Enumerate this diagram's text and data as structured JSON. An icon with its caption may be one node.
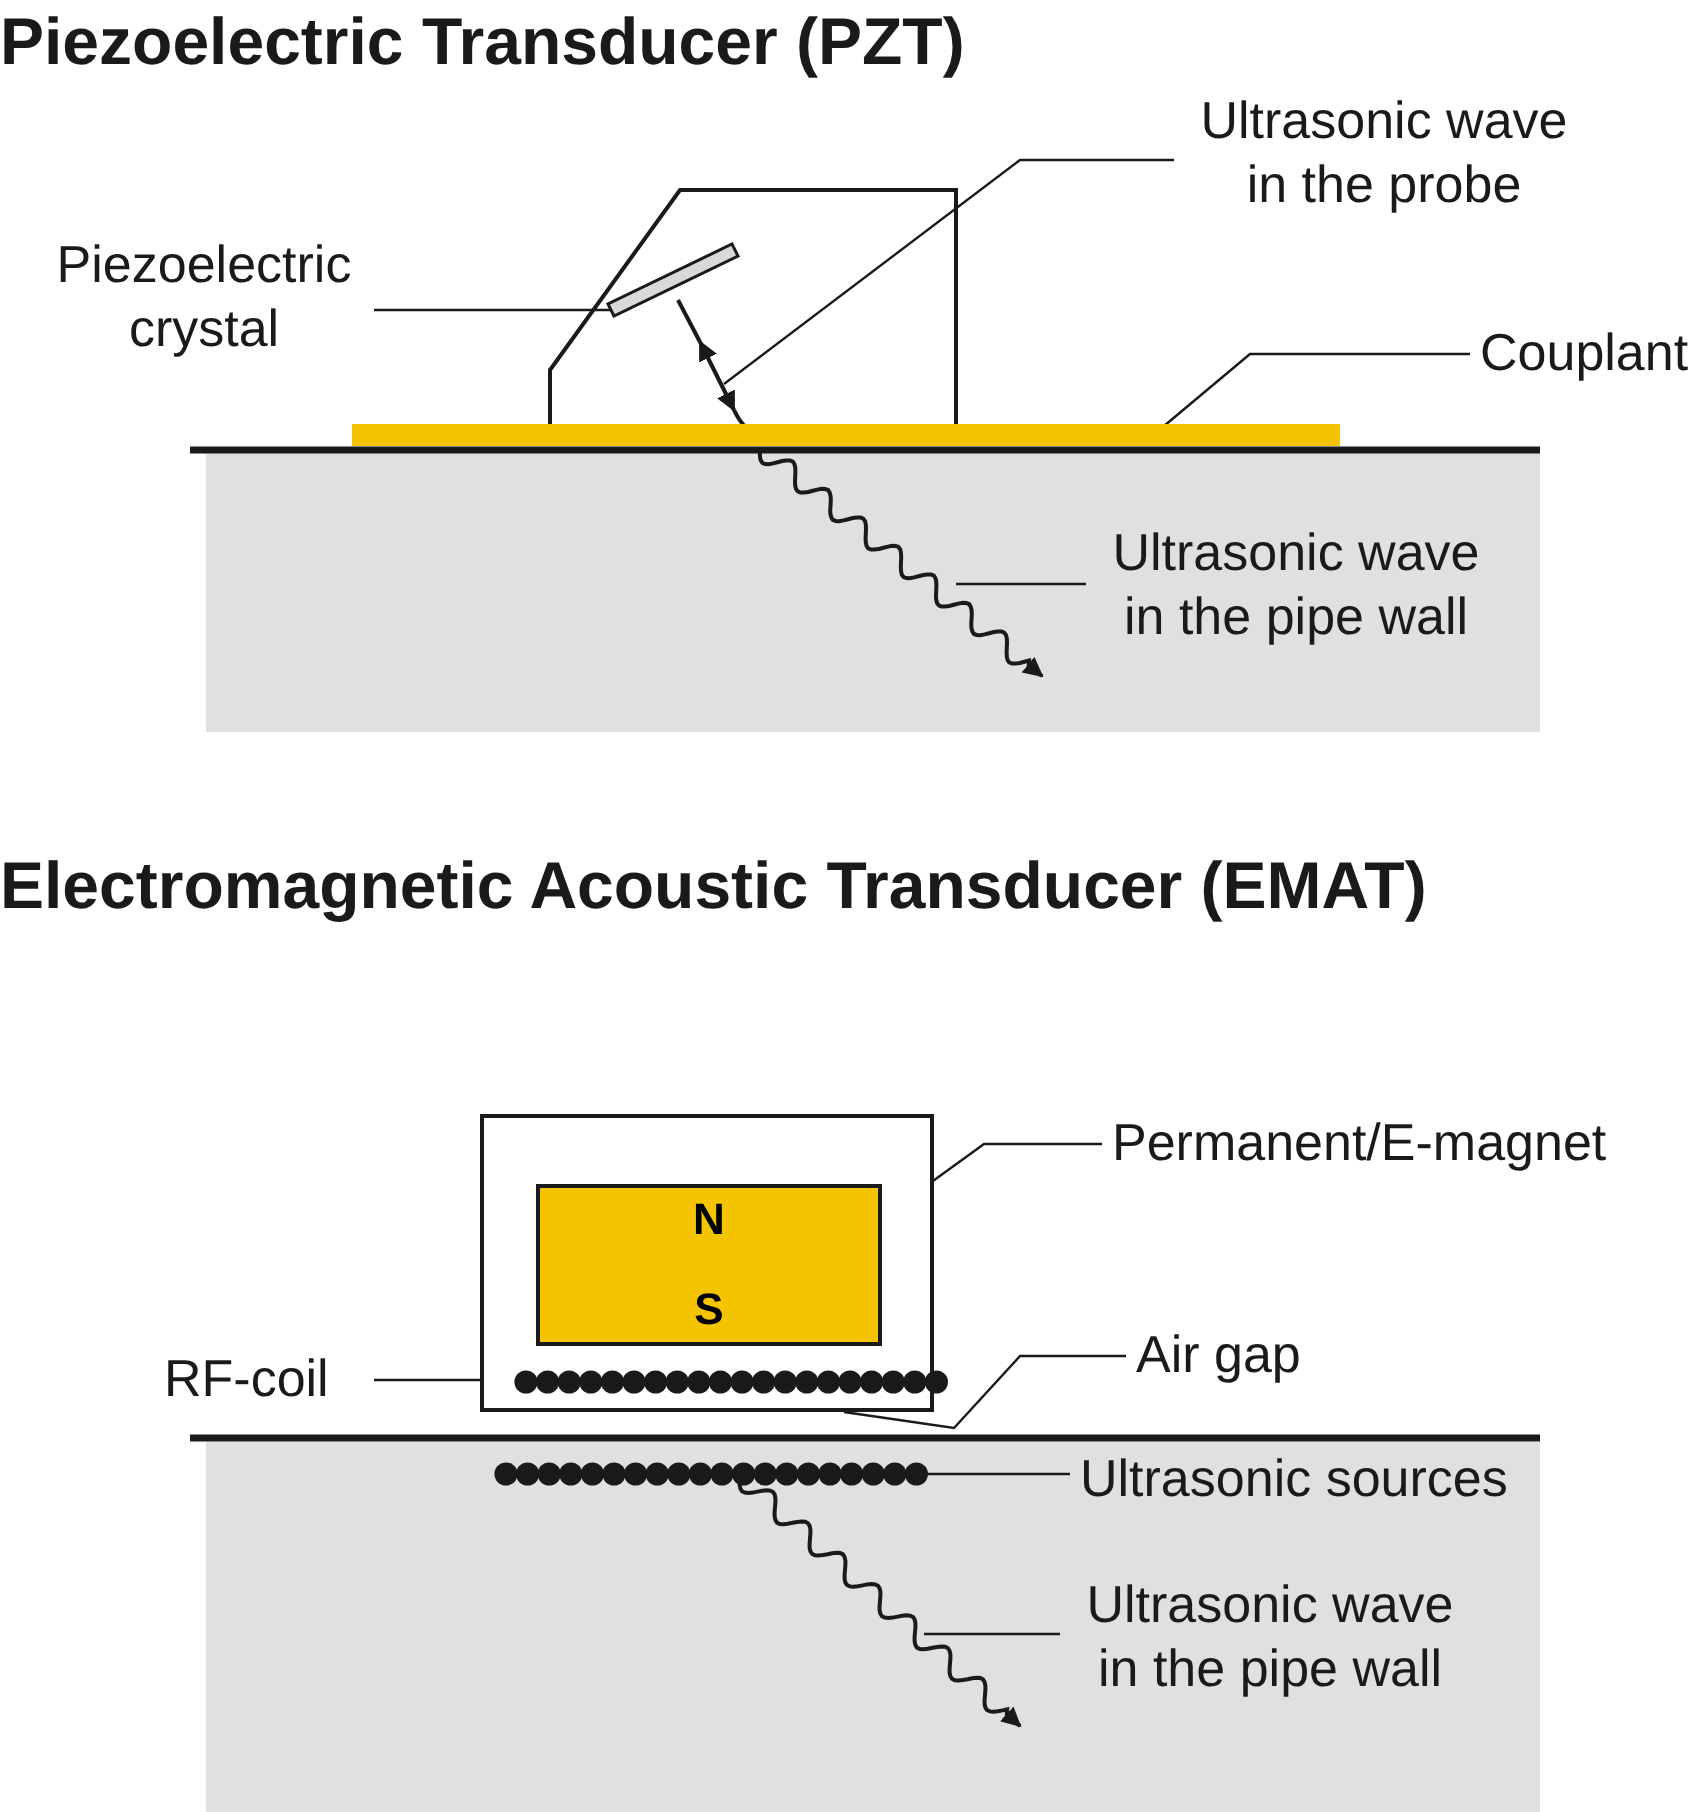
{
  "diagram": {
    "title": "Piezoelectric Transducer (PZT)",
    "nodes": [
      {
        "text": [
          "Ultrasonic wave in the probe"
        ]
      },
      {
        "text": [
          "Piezoelectric crystal"
        ]
      },
      {
        "text": [],
        "shape": "bar"
      },
      {
        "text": [],
        "shape": "arrow"
      },
      {
        "text": [
          "Couplant"
        ]
      },
      {
        "text": [],
        "shape": "bar"
      },
      {
        "text": [
          "Ultrasonic wave in the pipe wall"
        ]
      },
      {
        "text": [],
        "shape": "arrow"
      },
      {
        "text": [],
        "shape": "box"
      },
      {
        "text": [
          "N",
          "S"
        ],
        "in": 8
      },
      {
        "text": [
          "Permanent/E-magnet"
        ]
      },
      {
        "text": [
          "RF-coil"
        ]
      },
      {
        "text": [],
        "shape": "dots",
        "in": 8
      },
      {
        "text": [
          "Air gap"
        ]
      },
      {
        "text": [
          "Ultrasonic sources"
        ]
      },
      {
        "text": [],
        "shape": "dots"
      },
      {
        "text": [
          "Ultrasonic wave in the pipe wall"
        ]
      },
      {
        "text": [],
        "shape": "arrow"
      }
    ],
    "edges": [
      {
        "from": 0,
        "to": 3,
        "arrow": "none"
      },
      {
        "from": 1,
        "to": 2,
        "arrow": "none"
      },
      {
        "from": 4,
        "to": 5,
        "arrow": "none"
      },
      {
        "from": 6,
        "to": 7,
        "arrow": "none"
      },
      {
        "from": 10,
        "to": 9,
        "arrow": "none"
      },
      {
        "from": 11,
        "to": 12,
        "arrow": "none"
      },
      {
        "from": 13,
        "to": 8,
        "arrow": "none"
      },
      {
        "from": 14,
        "to": 15,
        "arrow": "none"
      },
      {
        "from": 16,
        "to": 17,
        "arrow": "none"
      }
    ],
    "labels": [
      "Electromagnetic Acoustic Transducer (EMAT)"
    ]
  }
}
